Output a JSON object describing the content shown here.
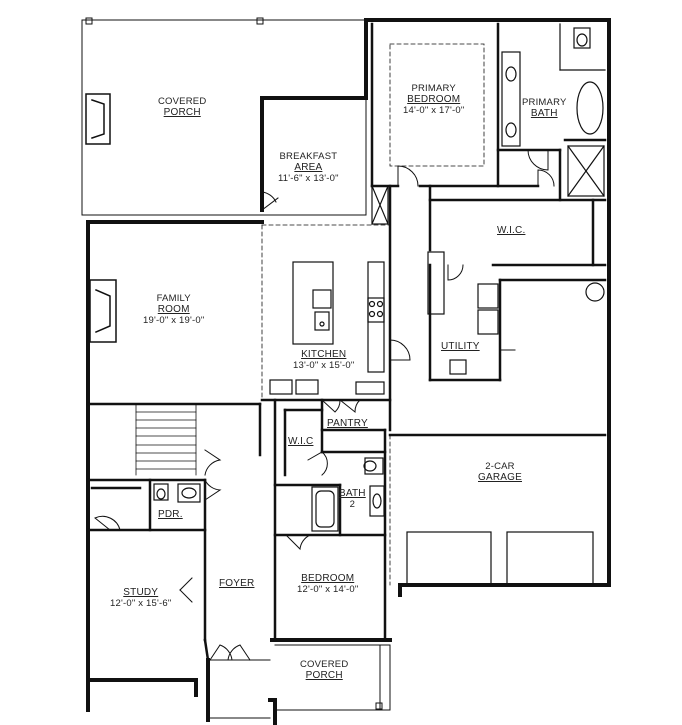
{
  "rooms": {
    "covered_porch_rear": {
      "name_l1": "COVERED",
      "name_l2": "PORCH"
    },
    "breakfast": {
      "name_l1": "BREAKFAST",
      "name_l2": "AREA",
      "dims": "11'-6\" x 13'-0\""
    },
    "primary_bedroom": {
      "name_l1": "PRIMARY",
      "name_l2": "BEDROOM",
      "dims": "14'-0\" x 17'-0\""
    },
    "primary_bath": {
      "name_l1": "PRIMARY",
      "name_l2": "BATH"
    },
    "wic_primary": {
      "name": "W.I.C."
    },
    "family_room": {
      "name_l1": "FAMILY",
      "name_l2": "ROOM",
      "dims": "19'-0\" x 19'-0\""
    },
    "kitchen": {
      "name": "KITCHEN",
      "dims": "13'-0\" x 15'-0\""
    },
    "utility": {
      "name": "UTILITY"
    },
    "pantry": {
      "name": "PANTRY"
    },
    "wic_bed2": {
      "name": "W.I.C"
    },
    "garage": {
      "name_l1": "2-CAR",
      "name_l2": "GARAGE"
    },
    "pdr": {
      "name": "PDR."
    },
    "bath2": {
      "name_l1": "BATH",
      "name_l2": "2"
    },
    "study": {
      "name": "STUDY",
      "dims": "12'-0\" x 15'-6\""
    },
    "foyer": {
      "name": "FOYER"
    },
    "bedroom": {
      "name": "BEDROOM",
      "dims": "12'-0\" x 14'-0\""
    },
    "covered_porch_front": {
      "name_l1": "COVERED",
      "name_l2": "PORCH"
    }
  }
}
